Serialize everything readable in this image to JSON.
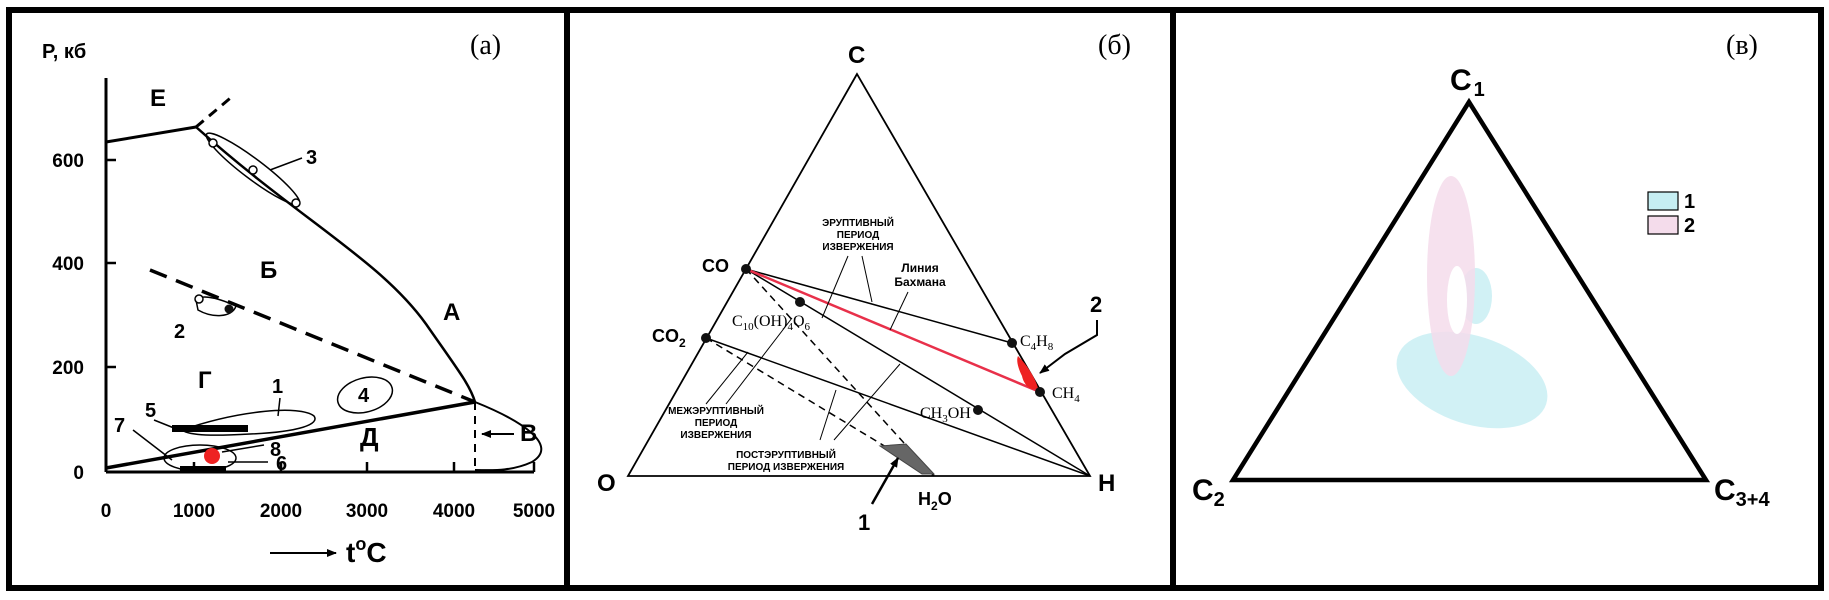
{
  "colors": {
    "line": "#000000",
    "bachmann_line": "#e8304a",
    "highlight_red": "#ee2222",
    "blue_fill": "#c6eef2",
    "pink_fill": "#f4dceb",
    "marker": "#111111",
    "grey_fill": "#666666"
  },
  "panel_a": {
    "tag": "(а)",
    "y_title": "P, кб",
    "x_title": "t",
    "x_title_sup": "o",
    "x_title_tail": "C",
    "x_ticks": [
      "0",
      "1000",
      "2000",
      "3000",
      "4000",
      "5000"
    ],
    "y_ticks": [
      "0",
      "200",
      "400",
      "600"
    ],
    "regions": {
      "A": "А",
      "B": "Б",
      "V": "В",
      "G": "Г",
      "D": "Д",
      "E": "Е"
    },
    "markers": [
      "1",
      "2",
      "3",
      "4",
      "5",
      "6",
      "7",
      "8"
    ]
  },
  "panel_b": {
    "tag": "(б)",
    "vertices": {
      "C": "C",
      "O": "O",
      "H": "H"
    },
    "points": {
      "CO": "CO",
      "CO2": "CO",
      "CO2_sub": "2",
      "C10_a": "C",
      "C10_b": "10",
      "C10_c": "(OH)",
      "C10_d": "4",
      "C10_e": "O",
      "C10_f": "6",
      "C4H8_a": "C",
      "C4H8_b": "4",
      "C4H8_c": "H",
      "C4H8_d": "8",
      "CH4_a": "CH",
      "CH4_b": "4",
      "CH3OH_a": "CH",
      "CH3OH_b": "3",
      "CH3OH_c": "OH",
      "H2O_a": "H",
      "H2O_b": "2",
      "H2O_c": "O"
    },
    "labels": {
      "eruptive": [
        "ЭРУПТИВНЫЙ",
        "ПЕРИОД",
        "ИЗВЕРЖЕНИЯ"
      ],
      "bachmann": [
        "Линия",
        "Бахмана"
      ],
      "intereruptive": [
        "МЕЖЭРУПТИВНЫЙ",
        "ПЕРИОД",
        "ИЗВЕРЖЕНИЯ"
      ],
      "posteruptive": [
        "ПОСТЭРУПТИВНЫЙ",
        "ПЕРИОД ИЗВЕРЖЕНИЯ"
      ],
      "marker_1": "1",
      "marker_2": "2"
    }
  },
  "panel_v": {
    "tag": "(в)",
    "vertices": {
      "top": "C",
      "top_sub": "1",
      "left": "C",
      "left_sub": "2",
      "right": "C",
      "right_sub": "3+4"
    },
    "legend": [
      {
        "key": "1",
        "color": "#c6eef2"
      },
      {
        "key": "2",
        "color": "#f4dceb"
      }
    ]
  }
}
